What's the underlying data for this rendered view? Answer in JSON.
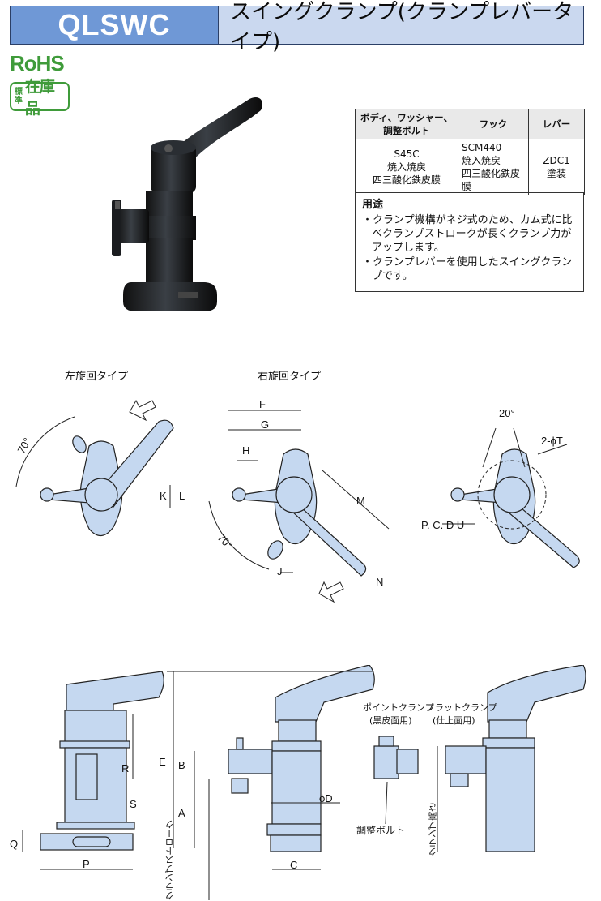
{
  "header": {
    "code": "QLSWC",
    "title": "スイングクランプ(クランプレバータイプ)"
  },
  "badges": {
    "rohs": "RoHS",
    "stock_small_1": "標",
    "stock_small_2": "準",
    "stock_big": "在庫品"
  },
  "materials": {
    "headers": [
      "ボディ、ワッシャー、調整ボルト",
      "フック",
      "レバー"
    ],
    "body": [
      "S45C",
      "焼入焼戻",
      "四三酸化鉄皮膜"
    ],
    "hook": [
      "SCM440",
      "焼入焼戻",
      "四三酸化鉄皮膜"
    ],
    "lever": [
      "ZDC1",
      "塗装"
    ]
  },
  "usage": {
    "title": "用途",
    "items": [
      "・クランプ機構がネジ式のため、カム式に比べクランプストロークが長くクランプ力がアップします。",
      "・クランプレバーを使用したスイングクランプです。"
    ]
  },
  "views": {
    "left_rotation": "左旋回タイプ",
    "right_rotation": "右旋回タイプ"
  },
  "dims": {
    "F": "F",
    "G": "G",
    "H": "H",
    "K": "K",
    "L": "L",
    "M": "M",
    "N": "N",
    "J": "J",
    "angle_70": "70°",
    "angle_20": "20°",
    "holes": "2-ϕT",
    "pcd": "P. C. D  U",
    "E": "E",
    "B": "B",
    "A": "A",
    "R": "R",
    "S": "S",
    "Q": "Q",
    "P": "P",
    "C": "C",
    "D": "ϕD",
    "stroke": "クランプストローク",
    "height": "クランプ高さ"
  },
  "notes": {
    "point_clamp": "ポイントクランプ",
    "point_clamp_sub": "(黒皮面用)",
    "flat_clamp": "フラットクランプ",
    "flat_clamp_sub": "(仕上面用)",
    "adjust_bolt": "調整ボルト"
  }
}
